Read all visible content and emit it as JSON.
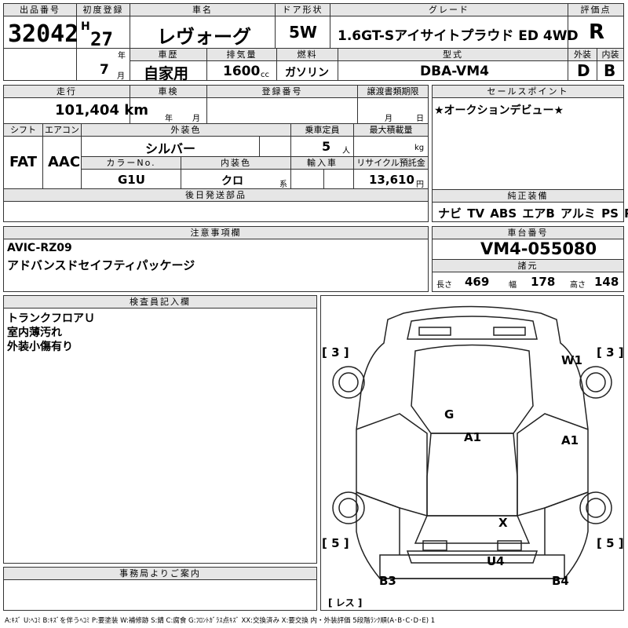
{
  "top": {
    "lot_label": "出品番号",
    "lot_no": "32042",
    "reg_label": "初度登録",
    "era": "H",
    "year": "27",
    "year_unit": "年",
    "month": "7",
    "month_unit": "月",
    "name_label": "車名",
    "name": "レヴォーグ",
    "door_label": "ドア形状",
    "door": "5W",
    "grade_label": "グレード",
    "grade": "1.6GT-Sアイサイトプラウド ED 4WD",
    "score_label": "評価点",
    "score": "R",
    "history_label": "車歴",
    "history": "自家用",
    "displacement_label": "排気量",
    "displacement": "1600",
    "cc": "cc",
    "fuel_label": "燃料",
    "fuel": "ガソリン",
    "model_label": "型式",
    "model": "DBA-VM4",
    "ext_label": "外装",
    "ext": "D",
    "int_label": "内装",
    "int": "B"
  },
  "mid": {
    "mileage_label": "走行",
    "mileage": "101,404 km",
    "inspection_label": "車検",
    "year_unit": "年",
    "month_unit": "月",
    "plate_label": "登録番号",
    "transfer_label": "譲渡書類期限",
    "month_unit2": "月",
    "day_unit": "日",
    "shift_label": "シフト",
    "shift": "FAT",
    "ac_label": "エアコン",
    "ac": "AAC",
    "color_label": "外装色",
    "color": "シルバー",
    "capacity_label": "乗車定員",
    "capacity": "5",
    "capacity_unit": "人",
    "load_label": "最大積載量",
    "load_unit": "kg",
    "colorno_label": "カラーNo.",
    "colorno": "G1U",
    "intcolor_label": "内装色",
    "intcolor": "クロ",
    "intcolor_unit": "系",
    "import_label": "輸入車",
    "recycle_label": "リサイクル預託金",
    "recycle": "13,610",
    "recycle_unit": "円",
    "later_label": "後日発送部品"
  },
  "sales": {
    "label": "セールスポイント",
    "text": "★オークションデビュー★"
  },
  "equip": {
    "label": "純正装備",
    "items": "ナビ TV ABS エアB アルミ PS PW"
  },
  "notes": {
    "label": "注意事項欄",
    "line1": "AVIC-RZ09",
    "line2": "アドバンスドセイフティパッケージ"
  },
  "chassis": {
    "label": "車台番号",
    "number": "VM4-055080",
    "dims_label": "諸元",
    "length_label": "長さ",
    "length": "469",
    "width_label": "幅",
    "width": "178",
    "height_label": "高さ",
    "height": "148"
  },
  "inspector": {
    "label": "検査員記入欄",
    "line1": "トランクフロアＵ",
    "line2": "室内薄汚れ",
    "line3": "外装小傷有り"
  },
  "office": {
    "label": "事務局よりご案内"
  },
  "diagram": {
    "tl": "[ 3 ]",
    "tr": "[ 3 ]",
    "bl": "[ 5 ]",
    "br": "[ 5 ]",
    "w1": "W1",
    "g": "G",
    "a1_center": "A1",
    "a1_right": "A1",
    "x": "X",
    "u4": "U4",
    "b3": "B3",
    "b4": "B4",
    "less": "[ レス ]"
  },
  "legend": "A:ｷｽﾞ U:ﾍｺﾐ B:ｷｽﾞを伴うﾍｺﾐ P:要塗装 W:補修跡 S:錆 C:腐食 G:ﾌﾛﾝﾄｶﾞﾗｽ点ｷｽﾞ XX:交換済み X:要交換 内・外装評価 5段階ﾗﾝｸ順(A･B･C･D･E) 1"
}
